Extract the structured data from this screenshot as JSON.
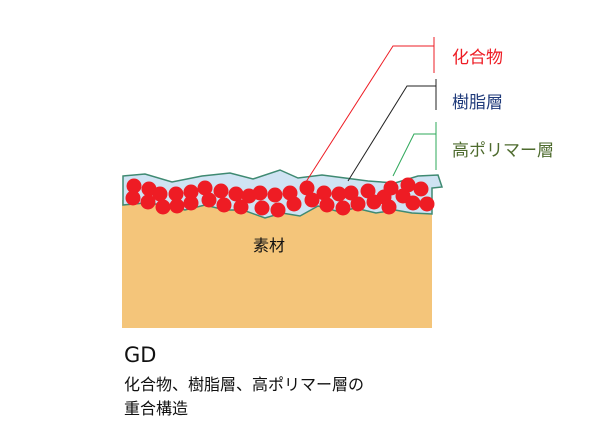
{
  "labels": {
    "compound": "化合物",
    "resin_layer": "樹脂層",
    "high_polymer_layer": "高ポリマー層",
    "substrate": "素材"
  },
  "caption": {
    "title": "GD",
    "line1": "化合物、樹脂層、高ポリマー層の",
    "line2": "重合構造"
  },
  "colors": {
    "compound": "#ee1c24",
    "resin": "#1f3a7a",
    "polymer": "#4e6b2e",
    "substrate": "#f4c57a",
    "coating": "#cfe3f3"
  }
}
